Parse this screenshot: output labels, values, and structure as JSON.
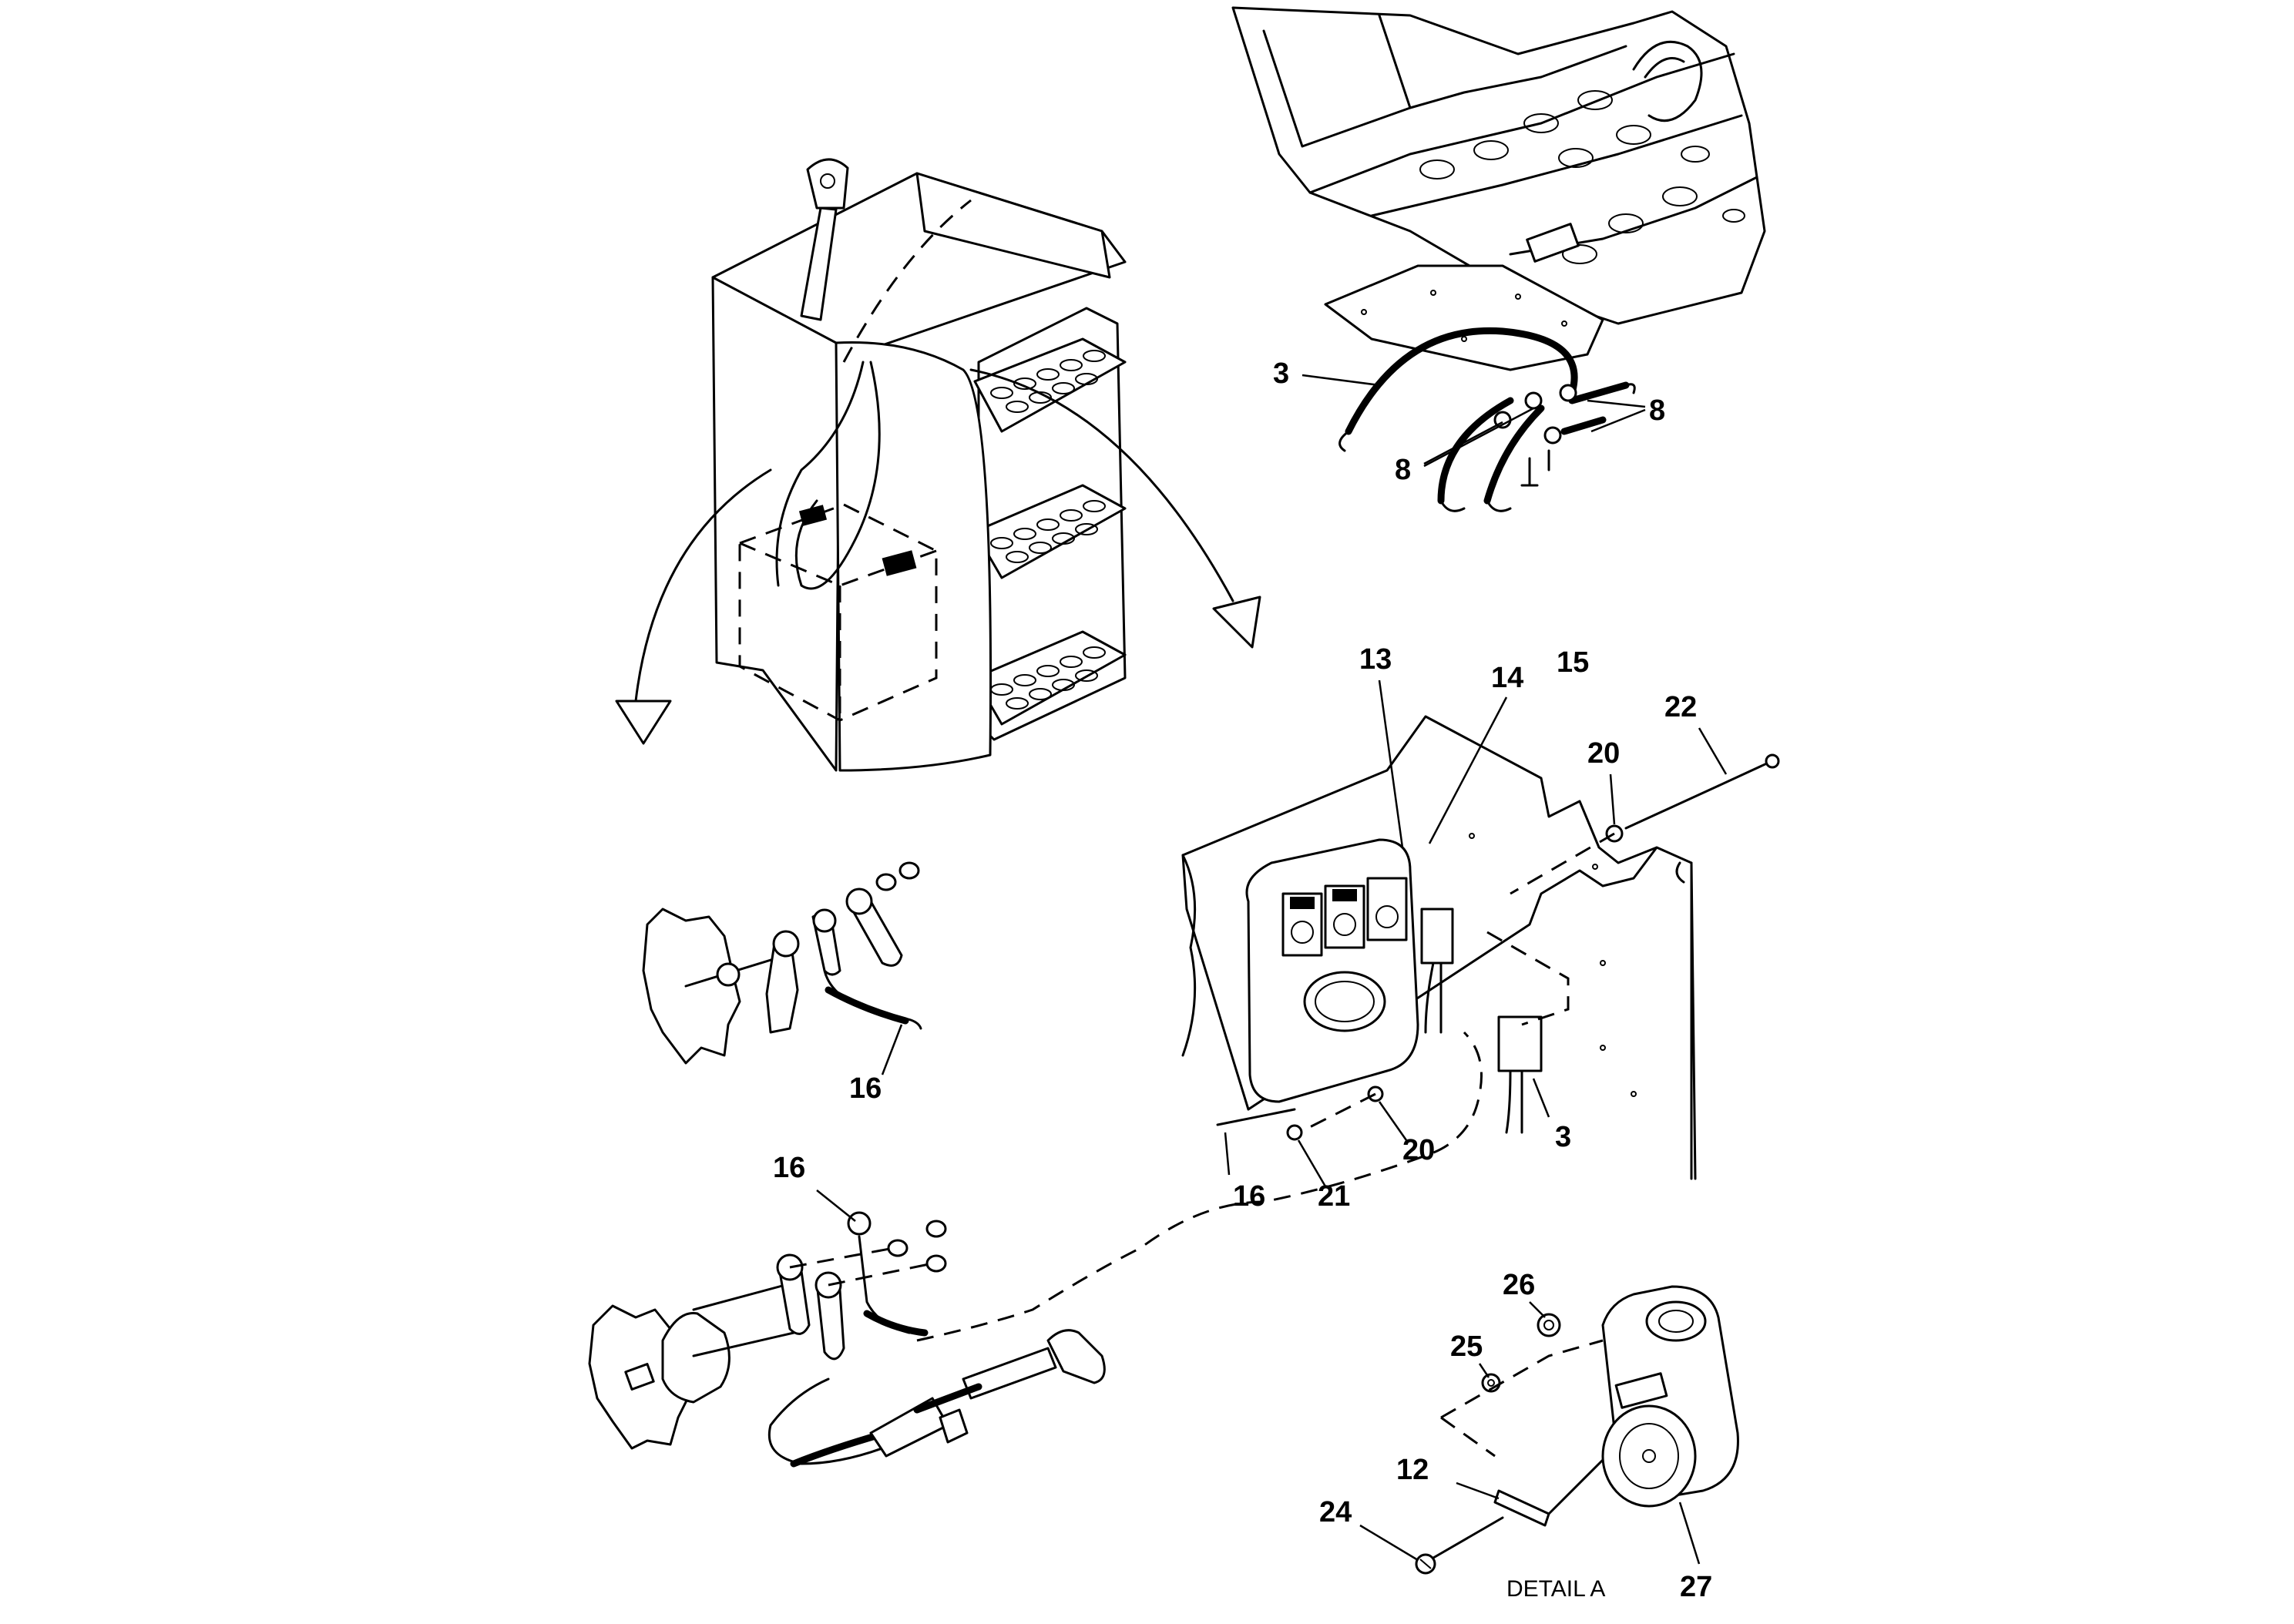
{
  "labels": {
    "c3_top": "3",
    "c8_right": "8",
    "c8_left": "8",
    "c13": "13",
    "c14": "14",
    "c15": "15",
    "c22": "22",
    "c20_top": "20",
    "c16_mid": "16",
    "c3_relay": "3",
    "c20_bottom": "20",
    "c16_panel": "16",
    "c21": "21",
    "c16_lower": "16",
    "c26": "26",
    "c25": "25",
    "c12": "12",
    "c24": "24",
    "c27": "27"
  },
  "detail_caption": "DETAIL A"
}
